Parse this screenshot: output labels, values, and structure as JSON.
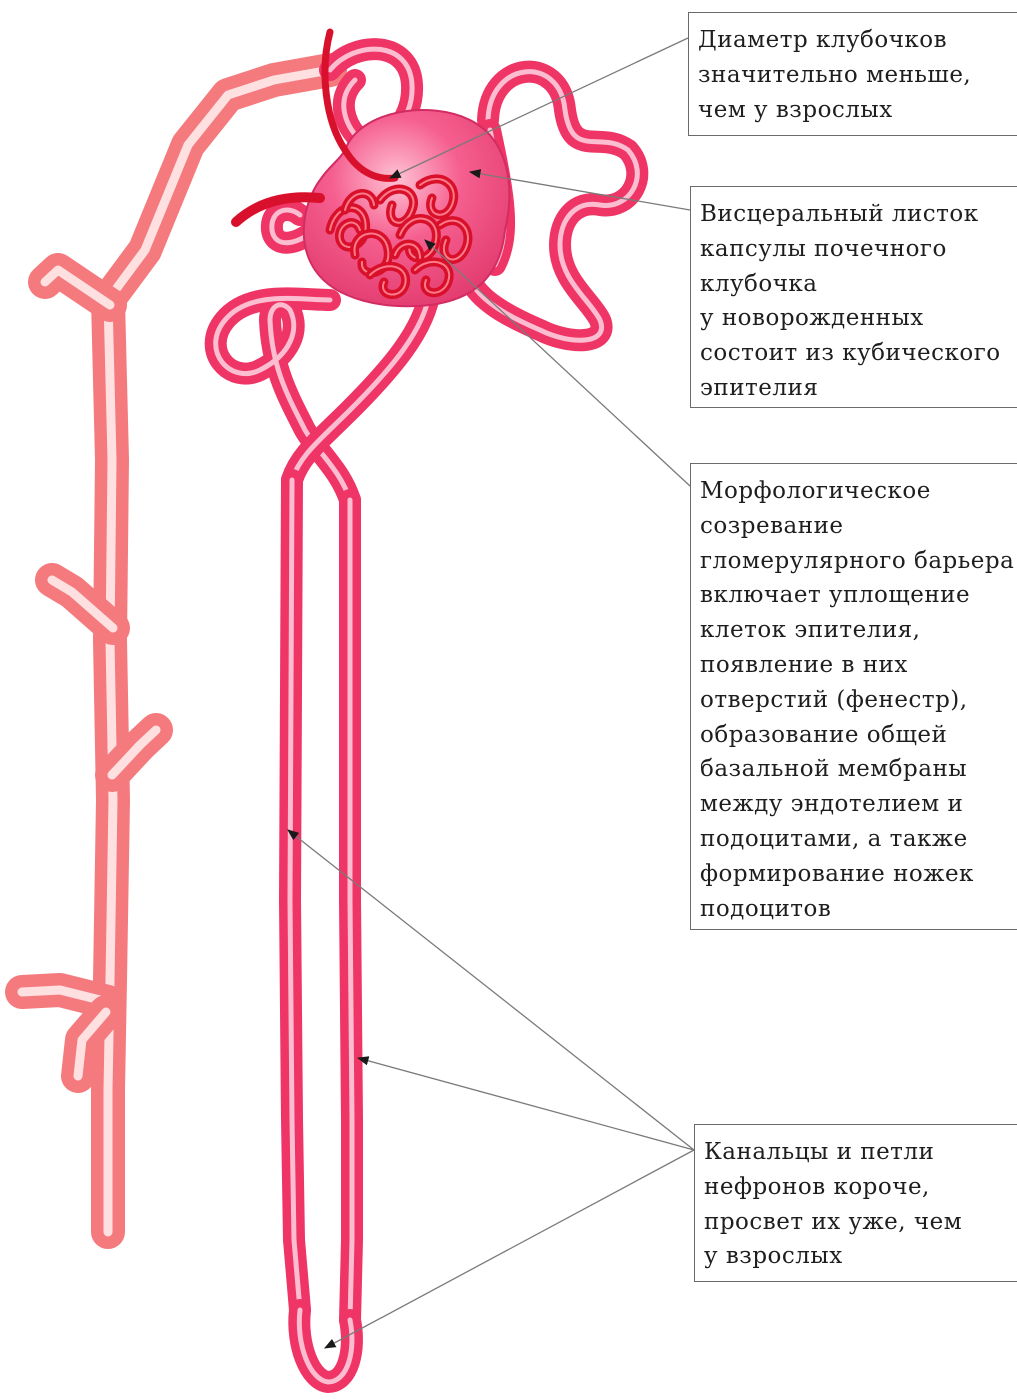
{
  "diagram": {
    "colors": {
      "collecting_duct": "#f47a7e",
      "collecting_duct_highlight": "#fff2f2",
      "nephron_tubule": "#ef3466",
      "nephron_highlight": "#ffd6e3",
      "capsule": "#ec4276",
      "glomerulus": "#d8102a",
      "leader_line": "#7a7a7a"
    },
    "callouts": [
      {
        "id": "glomerulus-diameter",
        "lines": [
          "Диаметр клубочков",
          "значительно меньше,",
          "чем у взрослых"
        ]
      },
      {
        "id": "visceral-layer",
        "lines": [
          "Висцеральный листок",
          "капсулы почечного",
          "клубочка",
          "у новорожденных",
          "состоит из кубического",
          "эпителия"
        ]
      },
      {
        "id": "barrier-maturation",
        "lines": [
          "Морфологическое",
          "созревание",
          "гломерулярного барьера",
          "включает уплощение",
          "клеток эпителия,",
          "появление в них",
          "отверстий (фенестр),",
          "образование общей",
          "базальной мембраны",
          "между эндотелием и",
          "подоцитами, а также",
          "формирование ножек",
          "подоцитов"
        ]
      },
      {
        "id": "tubules-loops",
        "lines": [
          "Канальцы и петли",
          "нефронов короче,",
          "просвет их уже, чем",
          "у взрослых"
        ]
      }
    ]
  }
}
